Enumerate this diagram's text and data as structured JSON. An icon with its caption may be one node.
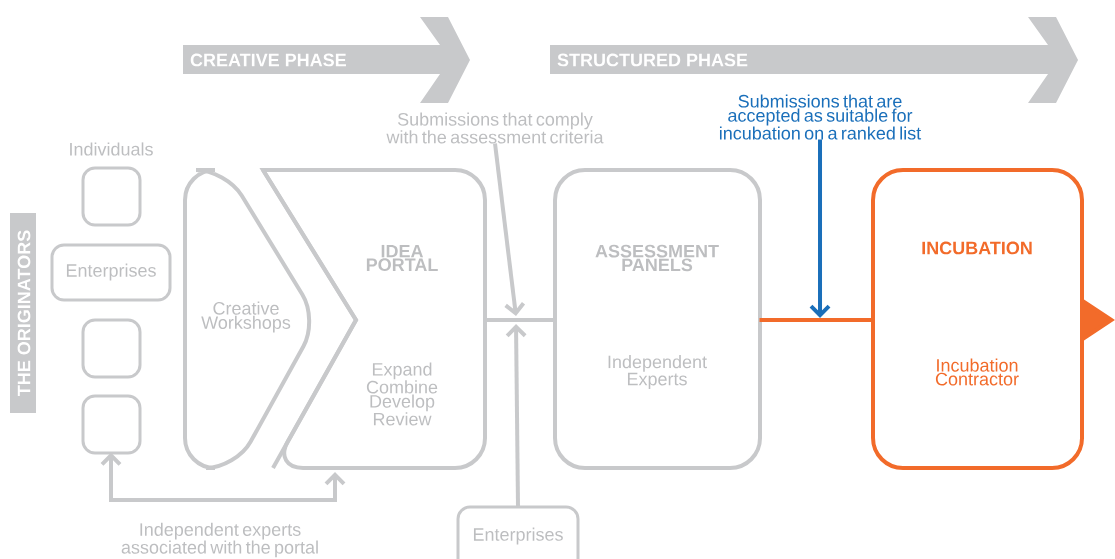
{
  "diagram": {
    "nodes": [
      {
        "text": [
          "CREATIVE PHASE"
        ]
      },
      {
        "text": [
          "STRUCTURED PHASE"
        ]
      },
      {
        "text": [
          "THE ORIGINATORS"
        ]
      },
      {
        "text": [
          "Individuals"
        ]
      },
      {
        "text": [
          "Enterprises"
        ]
      },
      {
        "text": [],
        "shape": "box"
      },
      {
        "text": [],
        "shape": "box"
      },
      {
        "text": [
          "Creative Workshops"
        ]
      },
      {
        "text": [
          "IDEA PORTAL",
          "Expand Combine Develop Review"
        ]
      },
      {
        "text": [
          "Submissions that comply with the assessment criteria"
        ]
      },
      {
        "text": [
          "ASSESSMENT PANELS",
          "Independent Experts"
        ]
      },
      {
        "text": [
          "Submissions that are accepted as suitable for incubation on a ranked list"
        ]
      },
      {
        "text": [
          "INCUBATION",
          "Incubation Contractor"
        ]
      },
      {
        "text": [
          "Enterprises"
        ]
      }
    ],
    "edges": [
      {
        "from": 8,
        "to": 10,
        "arrow": "none"
      },
      {
        "from": 9,
        "to": null,
        "arrow": "to"
      },
      {
        "from": 13,
        "to": null,
        "arrow": "to"
      },
      {
        "from": 10,
        "to": 12,
        "arrow": "none",
        "color": "#f26b2a"
      },
      {
        "from": 11,
        "to": null,
        "arrow": "to",
        "color": "#1a6fba"
      },
      {
        "from": 12,
        "to": null,
        "arrow": "to",
        "color": "#f26b2a"
      },
      {
        "from": 6,
        "to": 8,
        "arrow": "both",
        "label": "Independent experts associated with the portal"
      }
    ]
  }
}
